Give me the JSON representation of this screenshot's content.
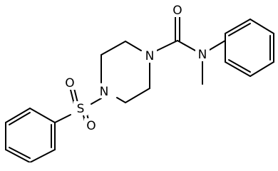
{
  "molecule": {
    "atoms": {
      "n_piperazine_top": "N",
      "n_piperazine_bottom": "N",
      "n_amide": "N",
      "o_carbonyl": "O",
      "s_sulfonyl": "S",
      "o_sulfonyl_left": "O",
      "o_sulfonyl_right": "O"
    }
  },
  "colors": {
    "ink": "#000000",
    "background": "#ffffff"
  }
}
